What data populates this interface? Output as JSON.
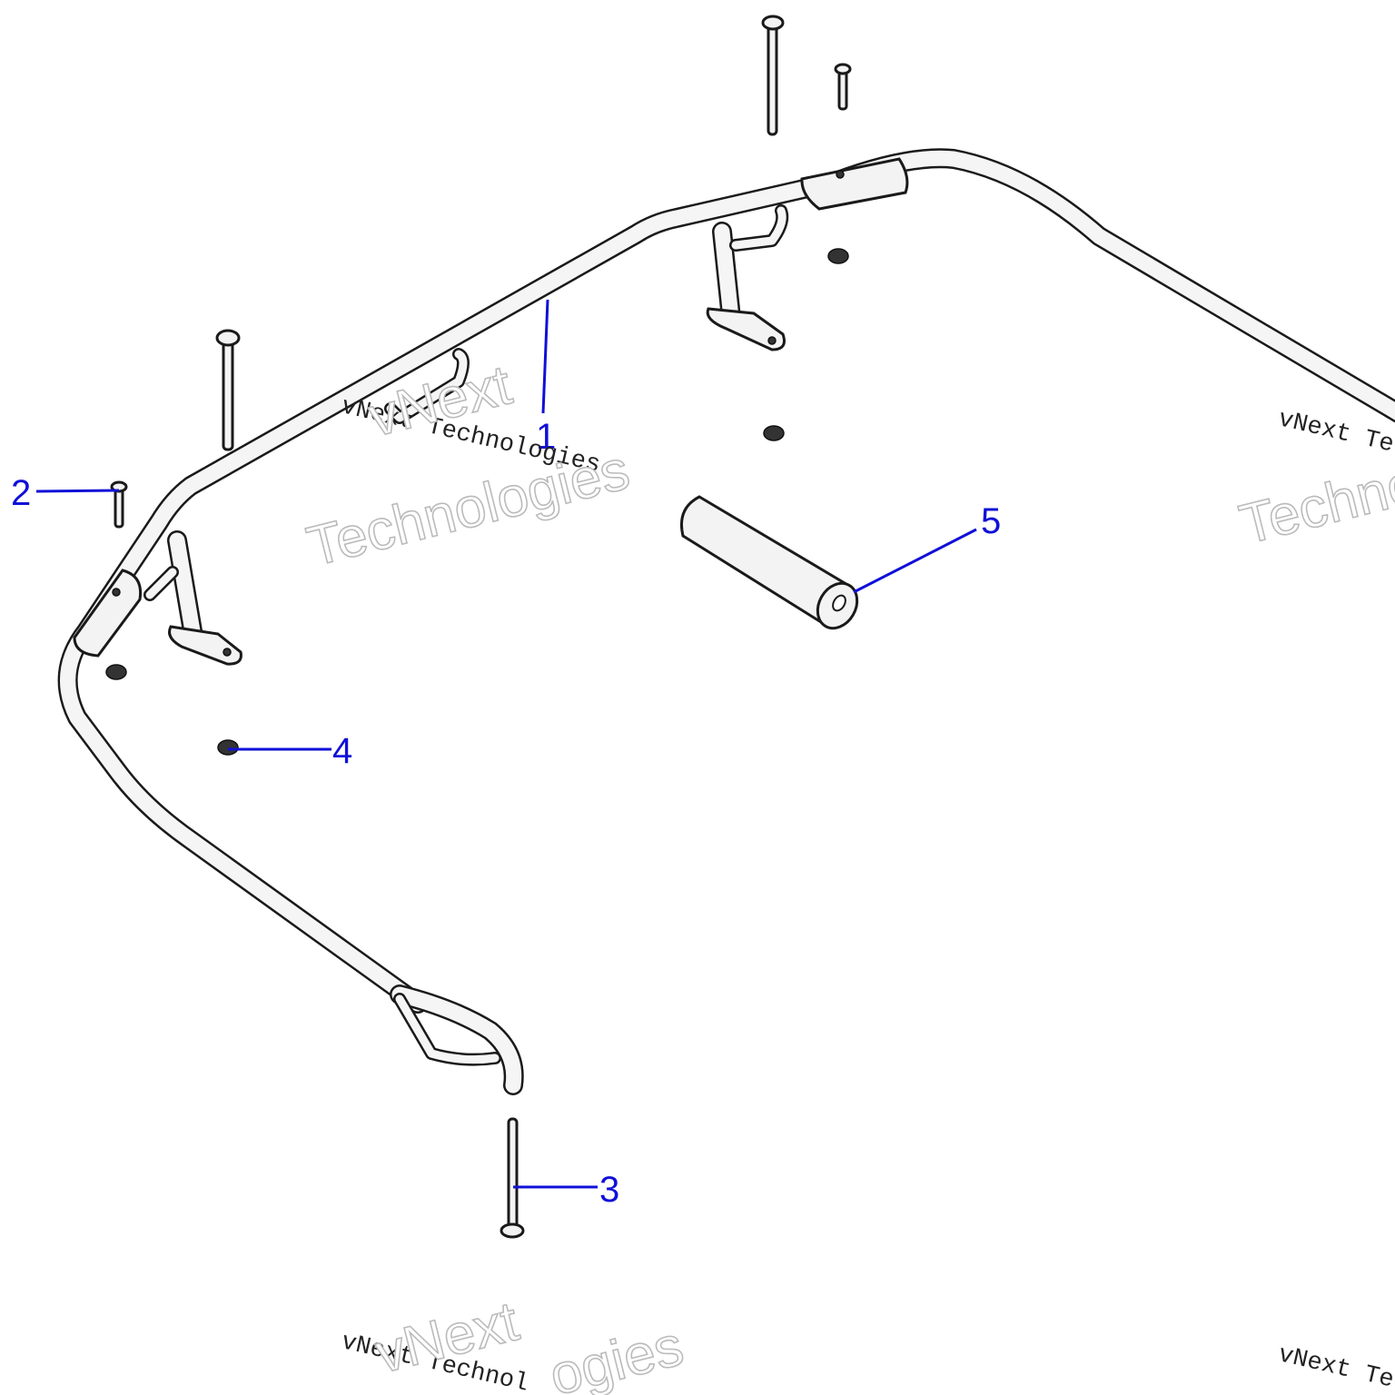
{
  "callouts": {
    "c1": "1",
    "c2": "2",
    "c3": "3",
    "c4": "4",
    "c5": "5"
  },
  "watermark": {
    "line": "vNext Technologies",
    "big_line1": "vNext",
    "big_line2": "Technologies",
    "partial_line": "vNext Te",
    "partial_big": "Techno",
    "bottom_partial": "vNext Technol",
    "bottom_big_partial": "ogies"
  },
  "colors": {
    "callout": "#1010d8",
    "line": "#1a1a1a",
    "tube_fill": "#f5f5f5"
  }
}
